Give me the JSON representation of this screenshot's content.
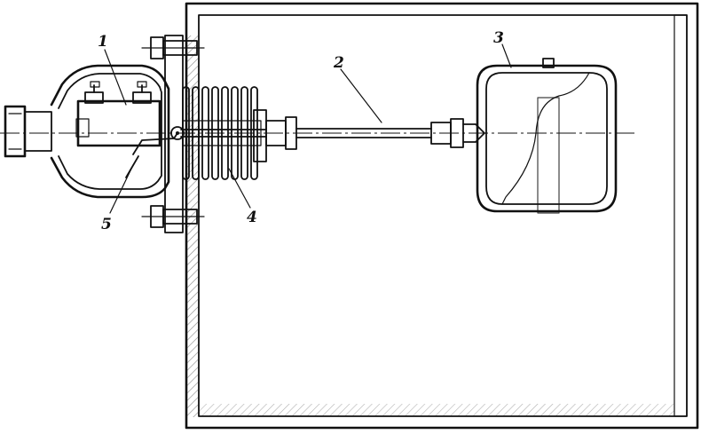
{
  "labels": {
    "l1": "1",
    "l2": "2",
    "l3": "3",
    "l4": "4",
    "l5": "5"
  },
  "colors": {
    "ink": "#111111",
    "paper": "#ffffff"
  }
}
